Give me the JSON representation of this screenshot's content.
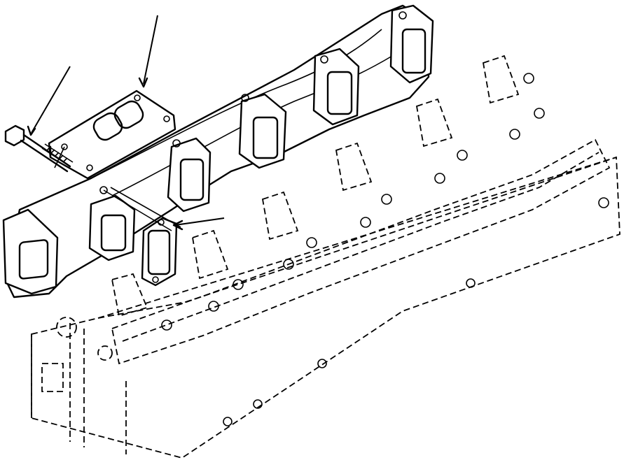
{
  "figure": {
    "kind": "exploded-parts-illustration",
    "parts": [
      {
        "name": "exhaust-manifold",
        "depiction": "solid"
      },
      {
        "name": "mounting-bolt",
        "depiction": "solid"
      },
      {
        "name": "manifold-gasket",
        "depiction": "solid"
      },
      {
        "name": "cylinder-head",
        "depiction": "dashed"
      }
    ],
    "callouts": 3,
    "colors": {
      "ink": "#000000",
      "background": "#ffffff"
    }
  }
}
